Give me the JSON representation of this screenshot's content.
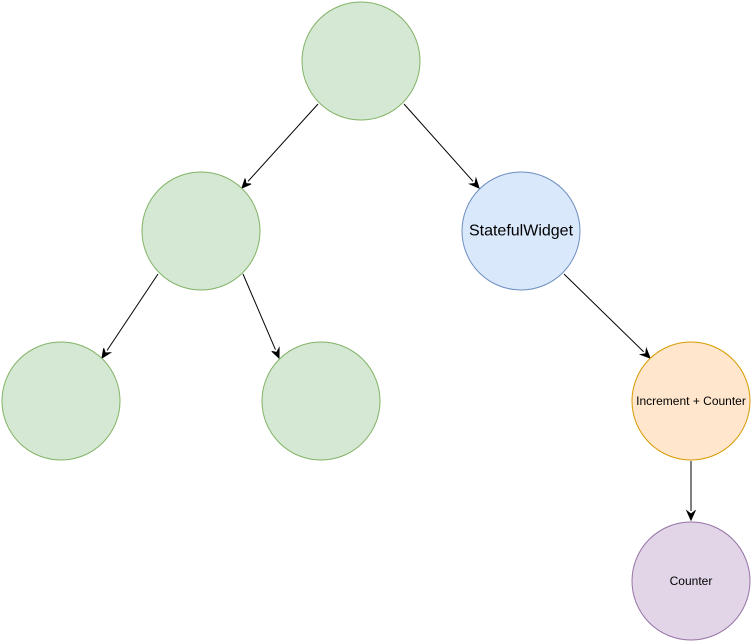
{
  "diagram": {
    "nodes": [
      {
        "id": "root",
        "label": "",
        "fill": "#d5e8d4",
        "stroke": "#82b366"
      },
      {
        "id": "left-child",
        "label": "",
        "fill": "#d5e8d4",
        "stroke": "#82b366"
      },
      {
        "id": "stateful-widget",
        "label": "StatefulWidget",
        "fill": "#dae8fc",
        "stroke": "#6c8ebf"
      },
      {
        "id": "left-left-leaf",
        "label": "",
        "fill": "#d5e8d4",
        "stroke": "#82b366"
      },
      {
        "id": "left-right-leaf",
        "label": "",
        "fill": "#d5e8d4",
        "stroke": "#82b366"
      },
      {
        "id": "increment-counter",
        "label": "Increment + Counter",
        "fill": "#ffe6cc",
        "stroke": "#d79b00"
      },
      {
        "id": "counter",
        "label": "Counter",
        "fill": "#e1d5e7",
        "stroke": "#9673a6"
      }
    ],
    "edges": [
      {
        "from": "root",
        "to": "left-child"
      },
      {
        "from": "root",
        "to": "stateful-widget"
      },
      {
        "from": "left-child",
        "to": "left-left-leaf"
      },
      {
        "from": "left-child",
        "to": "left-right-leaf"
      },
      {
        "from": "stateful-widget",
        "to": "increment-counter"
      },
      {
        "from": "increment-counter",
        "to": "counter"
      }
    ],
    "edge_color": "#000000"
  }
}
